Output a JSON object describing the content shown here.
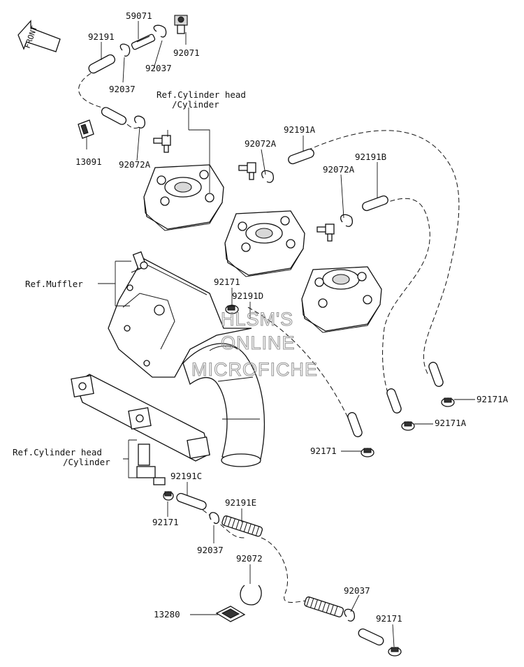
{
  "front_label": "FRONT",
  "watermark": [
    "HLSM'S",
    "ONLINE",
    "MICROFICHE"
  ],
  "refs": {
    "cyl_head_top": [
      "Ref.Cylinder head",
      "/Cylinder"
    ],
    "muffler": "Ref.Muffler",
    "cyl_head_left": [
      "Ref.Cylinder head",
      "/Cylinder"
    ]
  },
  "parts": {
    "p59071": "59071",
    "p92191_top": "92191",
    "p92037_a": "92037",
    "p92071": "92071",
    "p92037_b": "92037",
    "p13091": "13091",
    "p92072A_a": "92072A",
    "p92191A": "92191A",
    "p92072A_b": "92072A",
    "p92191B": "92191B",
    "p92072A_c": "92072A",
    "p92171_a": "92171",
    "p92191D": "92191D",
    "p92171A_a": "92171A",
    "p92171A_b": "92171A",
    "p92171_b": "92171",
    "p92191C": "92191C",
    "p92191E": "92191E",
    "p92171_c": "92171",
    "p92037_c": "92037",
    "p92072": "92072",
    "p92037_d": "92037",
    "p92171_d": "92171",
    "p13280": "13280"
  }
}
